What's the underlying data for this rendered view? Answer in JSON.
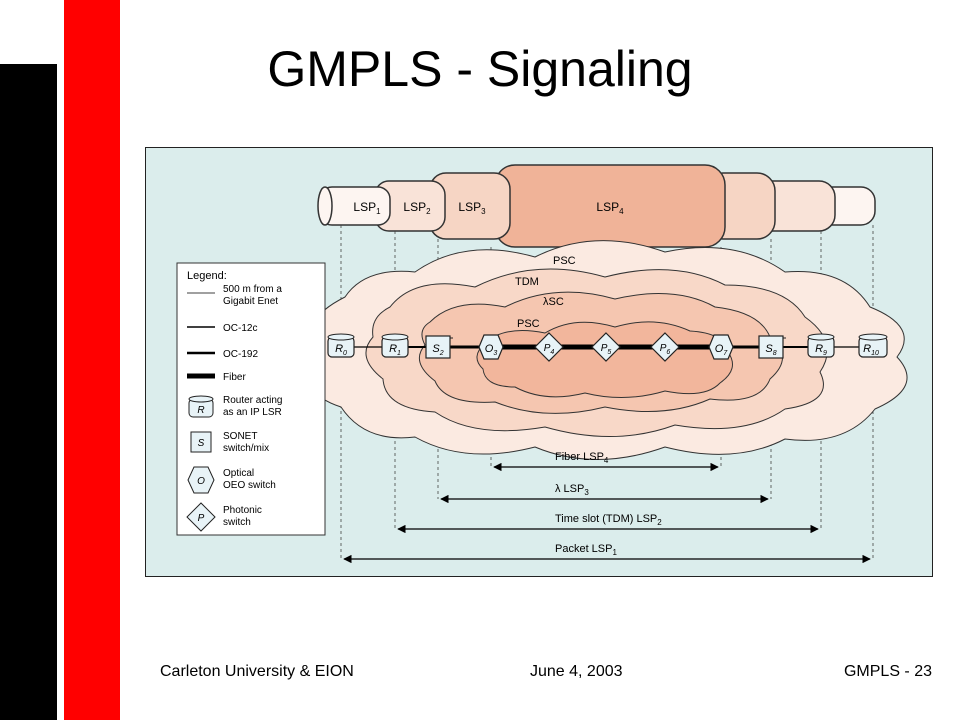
{
  "slide": {
    "title": "GMPLS - Signaling",
    "footer_left": "Carleton University & EION",
    "footer_center": "June 4, 2003",
    "footer_right": "GMPLS - 23"
  },
  "colors": {
    "red_bar": "#ff0000",
    "black_bar": "#000000",
    "diagram_bg": "#dbedec",
    "cloud_outer": "#fbe8dd",
    "cloud_inner": "#f4b9a0"
  },
  "diagram": {
    "tubes": [
      {
        "label": "LSP",
        "sub": "1"
      },
      {
        "label": "LSP",
        "sub": "2"
      },
      {
        "label": "LSP",
        "sub": "3"
      },
      {
        "label": "LSP",
        "sub": "4"
      }
    ],
    "cloud_labels": [
      "PSC",
      "TDM",
      "λSC",
      "PSC"
    ],
    "nodes": [
      {
        "type": "router",
        "letter": "R",
        "sub": "0"
      },
      {
        "type": "router",
        "letter": "R",
        "sub": "1"
      },
      {
        "type": "sonet",
        "letter": "S",
        "sub": "2"
      },
      {
        "type": "optical",
        "letter": "O",
        "sub": "3"
      },
      {
        "type": "photonic",
        "letter": "P",
        "sub": "4"
      },
      {
        "type": "photonic",
        "letter": "P",
        "sub": "5"
      },
      {
        "type": "photonic",
        "letter": "P",
        "sub": "6"
      },
      {
        "type": "optical",
        "letter": "O",
        "sub": "7"
      },
      {
        "type": "sonet",
        "letter": "S",
        "sub": "8"
      },
      {
        "type": "router",
        "letter": "R",
        "sub": "9"
      },
      {
        "type": "router",
        "letter": "R",
        "sub": "10"
      }
    ],
    "spans": [
      {
        "label": "Fiber LSP",
        "sub": "4"
      },
      {
        "label": "λ LSP",
        "sub": "3"
      },
      {
        "label": "Time slot (TDM) LSP",
        "sub": "2"
      },
      {
        "label": "Packet LSP",
        "sub": "1"
      }
    ],
    "legend": {
      "title": "Legend:",
      "items": [
        {
          "icon": "thin-line",
          "text1": "500 m from a",
          "text2": "Gigabit Enet"
        },
        {
          "icon": "medium-line",
          "text1": "OC-12c",
          "text2": ""
        },
        {
          "icon": "thick-line",
          "text1": "OC-192",
          "text2": ""
        },
        {
          "icon": "fiber-line",
          "text1": "Fiber",
          "text2": ""
        },
        {
          "icon": "router",
          "letter": "R",
          "text1": "Router acting",
          "text2": "as an IP LSR"
        },
        {
          "icon": "sonet",
          "letter": "S",
          "text1": "SONET",
          "text2": "switch/mix"
        },
        {
          "icon": "optical",
          "letter": "O",
          "text1": "Optical",
          "text2": "OEO switch"
        },
        {
          "icon": "photonic",
          "letter": "P",
          "text1": "Photonic",
          "text2": "switch"
        }
      ]
    }
  }
}
